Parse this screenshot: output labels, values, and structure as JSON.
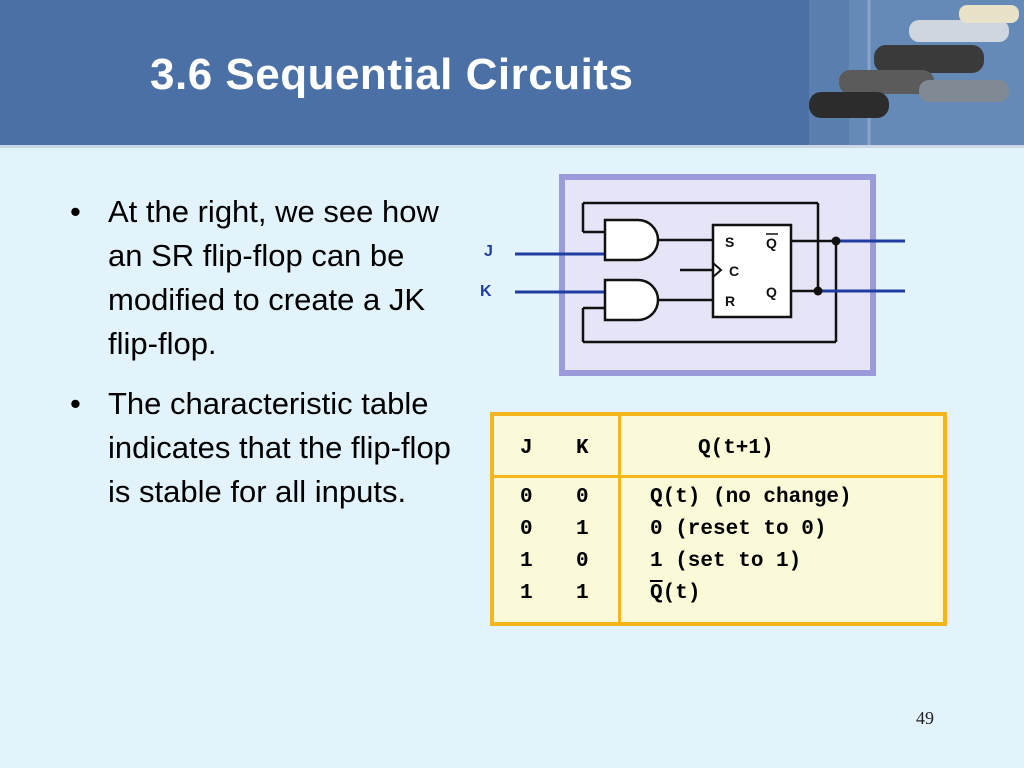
{
  "slide": {
    "title": "3.6 Sequential Circuits",
    "page_number": "49"
  },
  "bullets": [
    {
      "marker": "•",
      "text": "At the right, we see how an SR flip-flop can be modified to create a JK flip-flop."
    },
    {
      "marker": "•",
      "text": "The characteristic table indicates that the flip-flop is stable for all inputs."
    }
  ],
  "diagram": {
    "input_j": "J",
    "input_k": "K",
    "pin_s": "S",
    "pin_c": "C",
    "pin_r": "R",
    "pin_q_bar": "Q",
    "pin_q": "Q"
  },
  "table": {
    "headers": {
      "j": "J",
      "k": "K",
      "q": "Q(t+1)"
    },
    "rows": [
      {
        "j": "0",
        "k": "0",
        "q": "Q(t) (no change)"
      },
      {
        "j": "0",
        "k": "1",
        "q": "0 (reset to 0)"
      },
      {
        "j": "1",
        "k": "0",
        "q": "1 (set to 1)"
      },
      {
        "j": "1",
        "k": "1",
        "q_bar": "Q",
        "q_rest": "(t)"
      }
    ]
  },
  "colors": {
    "header_bg": "#4a70a6",
    "slide_bg": "#e3f3fb",
    "table_border": "#f4b61a",
    "table_bg": "#fbfad8",
    "diagram_frame": "#9b9bdc",
    "signal_line": "#1f3da0"
  }
}
